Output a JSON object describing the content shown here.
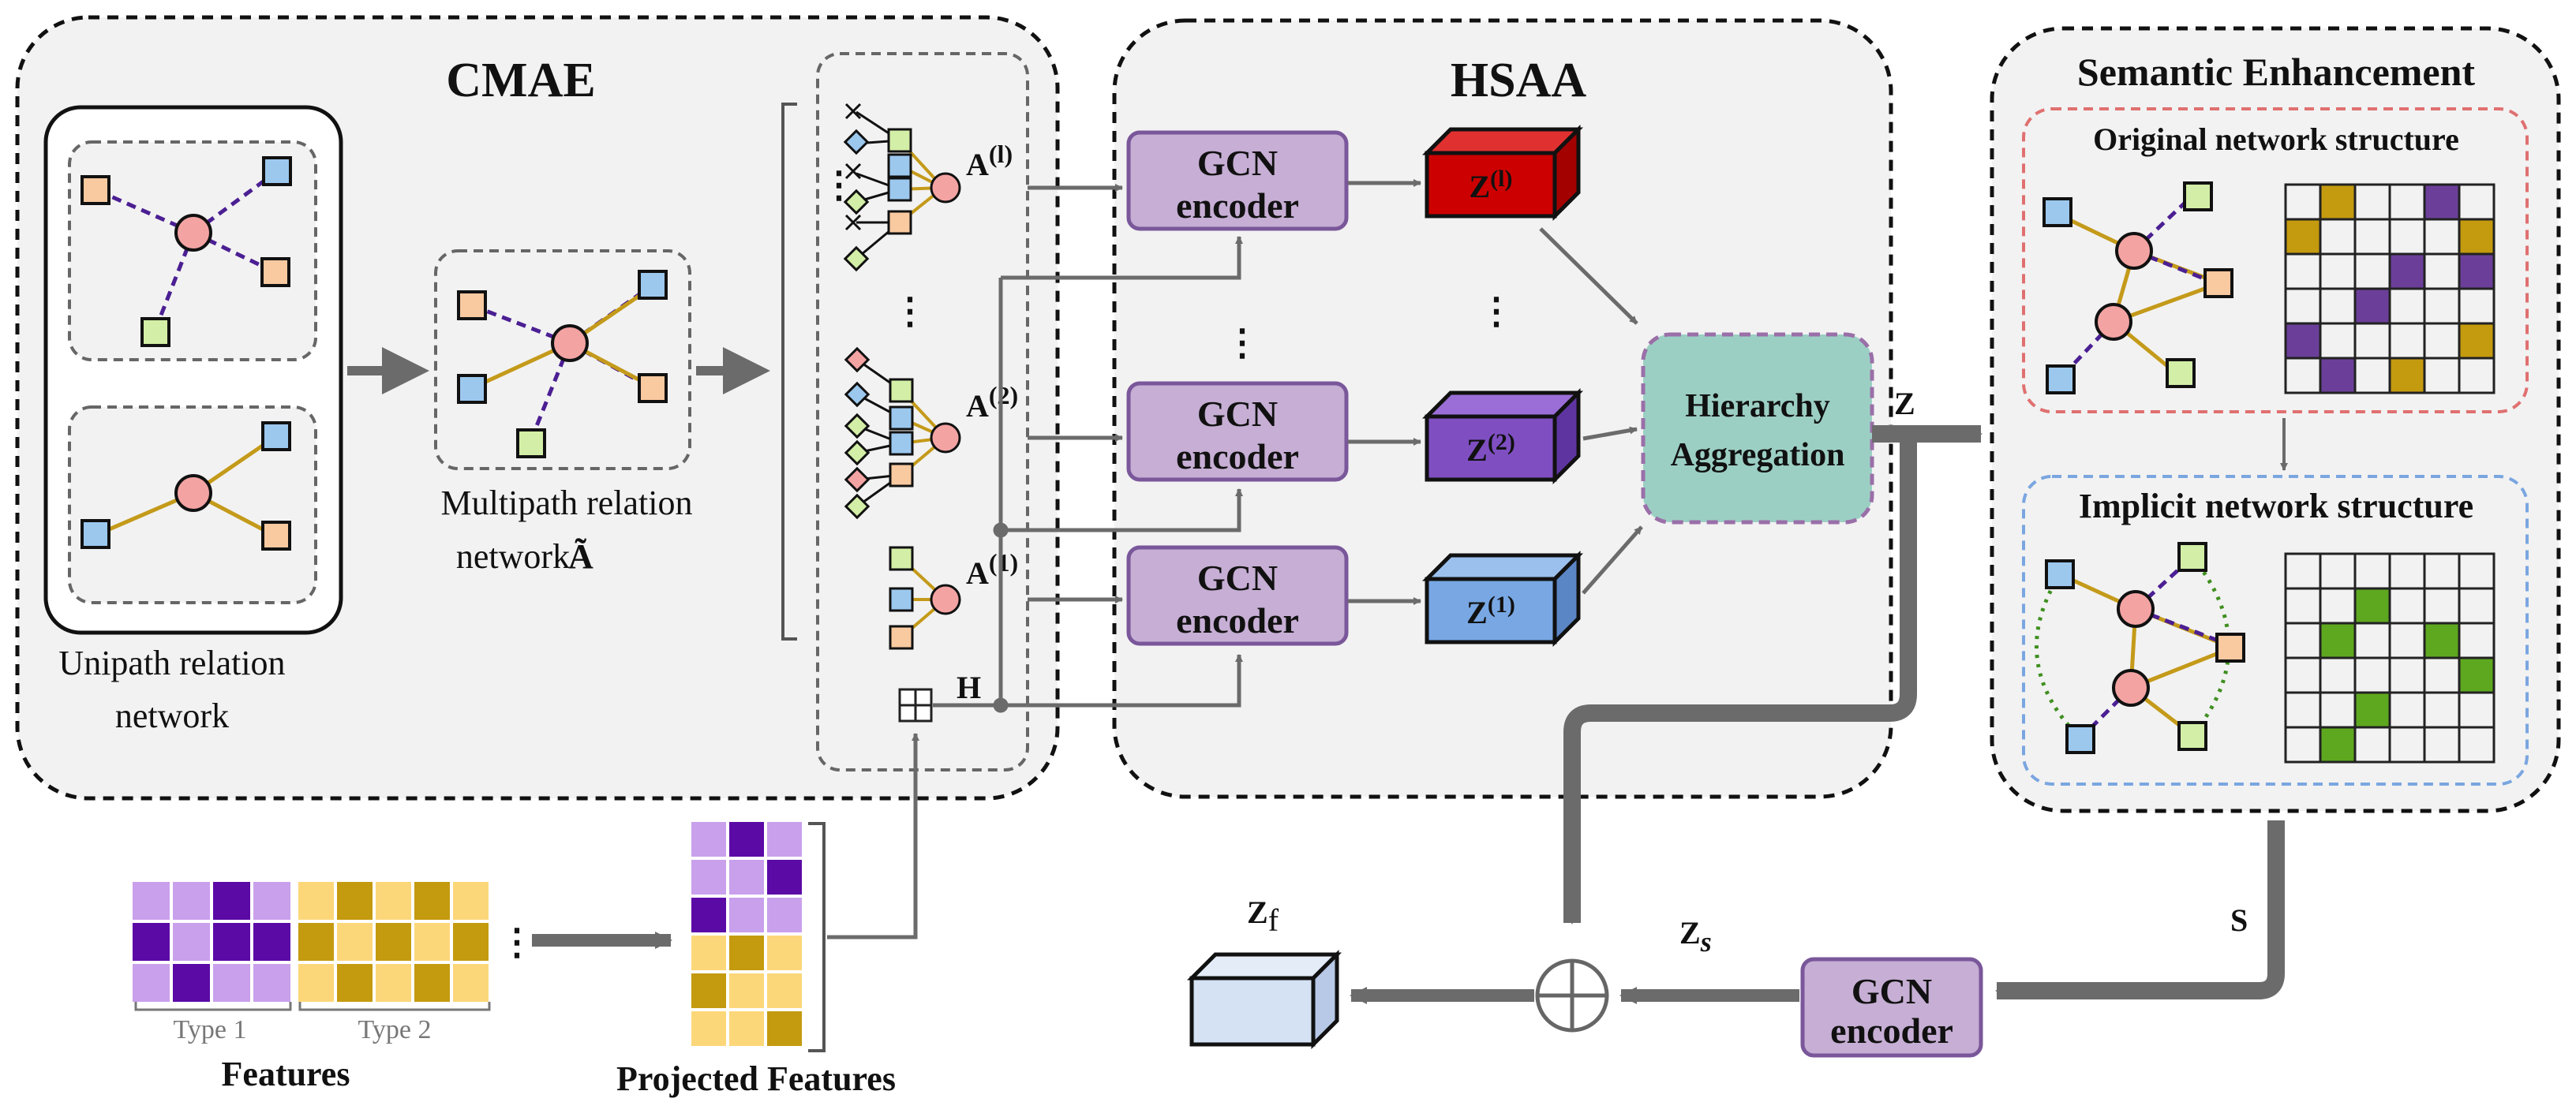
{
  "colors": {
    "panel_fill": "#f2f2f2",
    "gcn_fill": "#c6aed4",
    "gcn_stroke": "#7a579a",
    "hier_fill": "#9ccfc4",
    "hier_stroke": "#9a6fa8",
    "node_center": "#f4a3a3",
    "node_blue": "#9cc8ee",
    "node_orange": "#f9c9a0",
    "node_green": "#d3eea6",
    "edge_purple": "#4b1f93",
    "edge_gold": "#c49a1a",
    "edge_green": "#3f8f1f",
    "cube_red": "#cc0000",
    "cube_purple": "#7f4fc2",
    "cube_blue": "#78a7e4",
    "cube_light": "#d5e2f4",
    "feat_lilac": "#c9a0ec",
    "feat_purple": "#5b0aa6",
    "feat_gold": "#c49a0f",
    "feat_yellow": "#fcd77a",
    "arrow_gray": "#6b6b6b",
    "matrix_purple": "#6b3f99",
    "matrix_gold": "#c49a0f",
    "matrix_green": "#5ea81f",
    "orig_border": "#e07070",
    "impl_border": "#7aa6e0"
  },
  "icons": [
    "plus-circle-icon",
    "boxplus-icon",
    "cube-icon",
    "square-node-icon",
    "circle-node-icon"
  ],
  "cmae": {
    "title": "CMAE",
    "unipath_label_line1": "Unipath relation",
    "unipath_label_line2": "network",
    "multipath_label_line1": "Multipath relation",
    "multipath_label_line2": "network",
    "multipath_symbol": "Ã",
    "adj_label_A": "A",
    "adj_l": "(l)",
    "adj_2": "(2)",
    "adj_1": "(1)",
    "h_label": "H"
  },
  "hsaa": {
    "title": "HSAA",
    "encoder_line1": "GCN",
    "encoder_line2": "encoder",
    "z_base": "Z",
    "z_l": "(l)",
    "z_2": "(2)",
    "z_1": "(1)",
    "hier_line1": "Hierarchy",
    "hier_line2": "Aggregation",
    "z_out": "Z"
  },
  "semantic": {
    "title": "Semantic Enhancement",
    "original_label": "Original network structure",
    "implicit_label": "Implicit network structure",
    "s_label": "S",
    "original_matrix": [
      [
        0,
        1,
        0,
        0,
        2,
        0
      ],
      [
        1,
        0,
        0,
        0,
        0,
        1
      ],
      [
        0,
        0,
        0,
        2,
        0,
        2
      ],
      [
        0,
        0,
        2,
        0,
        0,
        0
      ],
      [
        2,
        0,
        0,
        0,
        0,
        1
      ],
      [
        0,
        2,
        0,
        1,
        0,
        0
      ]
    ],
    "implicit_matrix": [
      [
        0,
        0,
        0,
        0,
        0,
        0
      ],
      [
        0,
        0,
        3,
        0,
        0,
        0
      ],
      [
        0,
        3,
        0,
        0,
        3,
        0
      ],
      [
        0,
        0,
        0,
        0,
        0,
        3
      ],
      [
        0,
        0,
        3,
        0,
        0,
        0
      ],
      [
        0,
        3,
        0,
        0,
        0,
        0
      ]
    ]
  },
  "bottom": {
    "encoder_line1": "GCN",
    "encoder_line2": "encoder",
    "zs_base": "Z",
    "zs_sub": "s",
    "zf_base": "Z",
    "zf_sub": "f",
    "features_label": "Features",
    "projected_label": "Projected Features",
    "type1": "Type 1",
    "type2": "Type 2",
    "features_type1": [
      [
        0,
        0,
        1,
        0
      ],
      [
        1,
        0,
        1,
        1
      ],
      [
        0,
        1,
        0,
        0
      ]
    ],
    "features_type2": [
      [
        0,
        1,
        0,
        1,
        0
      ],
      [
        1,
        0,
        1,
        0,
        1
      ],
      [
        0,
        1,
        0,
        1,
        0
      ]
    ],
    "projected_matrix": [
      [
        "lilac",
        "purple",
        "lilac"
      ],
      [
        "lilac",
        "lilac",
        "purple"
      ],
      [
        "purple",
        "lilac",
        "lilac"
      ],
      [
        "yellow",
        "gold",
        "yellow"
      ],
      [
        "gold",
        "yellow",
        "yellow"
      ],
      [
        "yellow",
        "yellow",
        "gold"
      ]
    ]
  }
}
